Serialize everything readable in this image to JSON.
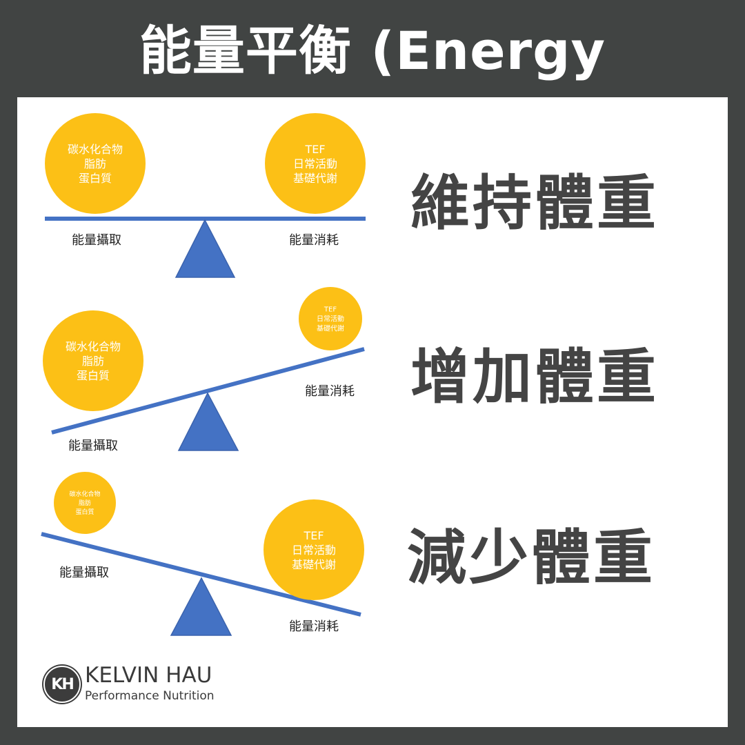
{
  "title": "能量平衡 (Energy Balance)",
  "colors": {
    "background": "#414443",
    "panel": "#ffffff",
    "beam": "#4472c4",
    "fulcrum": "#4472c4",
    "circle": "#fcc016",
    "label": "#444444"
  },
  "scenarios": [
    {
      "state": "維持體重",
      "intake": {
        "label": "能量攝取",
        "lines": [
          "碳水化合物",
          "脂肪",
          "蛋白質"
        ]
      },
      "expenditure": {
        "label": "能量消耗",
        "lines": [
          "TEF",
          "日常活動",
          "基礎代謝"
        ]
      }
    },
    {
      "state": "增加體重",
      "intake": {
        "label": "能量攝取",
        "lines": [
          "碳水化合物",
          "脂肪",
          "蛋白質"
        ]
      },
      "expenditure": {
        "label": "能量消耗",
        "lines": [
          "TEF",
          "日常活動",
          "基礎代謝"
        ]
      }
    },
    {
      "state": "減少體重",
      "intake": {
        "label": "能量攝取",
        "lines": [
          "碳水化合物",
          "脂肪",
          "蛋白質"
        ]
      },
      "expenditure": {
        "label": "能量消耗",
        "lines": [
          "TEF",
          "日常活動",
          "基礎代謝"
        ]
      }
    }
  ],
  "logo": {
    "mark": "KH",
    "name": "KELVIN HAU",
    "subtitle": "Performance Nutrition"
  }
}
